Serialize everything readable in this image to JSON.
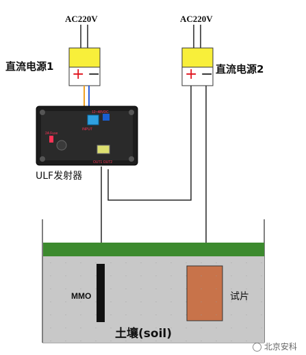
{
  "labels": {
    "ac1": "AC220V",
    "ac2": "AC220V",
    "psu1": "直流电源1",
    "psu2": "直流电源2",
    "plus": "+",
    "minus": "−",
    "transmitter": "ULF发射器",
    "mmo": "MMO",
    "sample": "试片",
    "soil": "土壤(soil)",
    "watermark": "北京安科"
  },
  "colors": {
    "psu_yellow": "#f8ef3a",
    "plus_red": "#e0101a",
    "grass_green": "#3c8a2e",
    "soil_gray": "#c8c8c8",
    "sample_brown": "#c8734a",
    "mmo_black": "#111111",
    "wire_orange": "#f0a020",
    "wire_blue": "#2a5bd7"
  }
}
